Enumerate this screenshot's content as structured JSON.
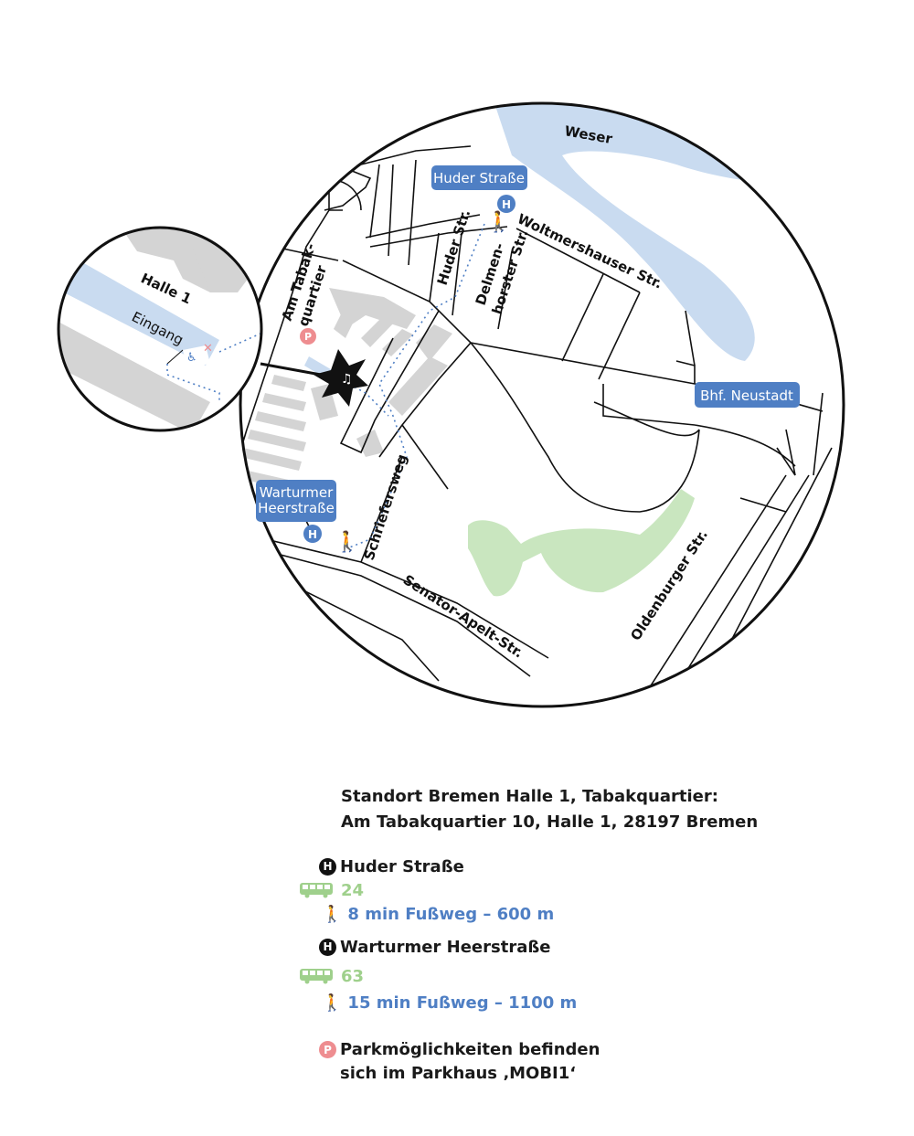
{
  "map": {
    "labels": {
      "river": "Weser",
      "hall": "Halle 1",
      "entrance": "Eingang",
      "street_am_tabak_1": "Am Tabak-",
      "street_am_tabak_2": "quartier",
      "street_huder": "Huder Str.",
      "street_delmen_1": "Delmen-",
      "street_delmen_2": "horster Str.",
      "street_woltmers": "Woltmershauser Str.",
      "street_schriefers": "Schriefersweg",
      "street_senator": "Senator-Apelt-Str.",
      "street_oldenburger": "Oldenburger Str."
    },
    "stops": {
      "huder": "Huder Straße",
      "warturmer_1": "Warturmer",
      "warturmer_2": "Heerstraße",
      "neustadt": "Bhf. Neustadt"
    },
    "markers": {
      "stop_letter": "H",
      "parking_letter": "P"
    },
    "icons": [
      "music-venue-icon",
      "walking-person-icon",
      "wheelchair-icon",
      "bus-stop-icon",
      "parking-icon"
    ],
    "colors": {
      "water": "#c9dbf0",
      "park": "#c9e6bf",
      "building": "#d4d4d4",
      "stop": "#4f7fc4",
      "parking": "#ee8d90",
      "bus": "#9fd08c"
    }
  },
  "info": {
    "address_line1": "Standort Bremen Halle 1, Tabakquartier:",
    "address_line2": "Am Tabakquartier 10, Halle 1, 28197 Bremen",
    "stop1": {
      "badge": "H",
      "name": "Huder Straße",
      "bus_line": "24",
      "walk": "8 min Fußweg – 600 m"
    },
    "stop2": {
      "badge": "H",
      "name": "Warturmer Heerstraße",
      "bus_line": "63",
      "walk": "15 min Fußweg – 1100 m"
    },
    "parking": {
      "badge": "P",
      "line1": "Parkmöglichkeiten befinden",
      "line2": "sich im Parkhaus ‚MOBI1‘"
    }
  }
}
